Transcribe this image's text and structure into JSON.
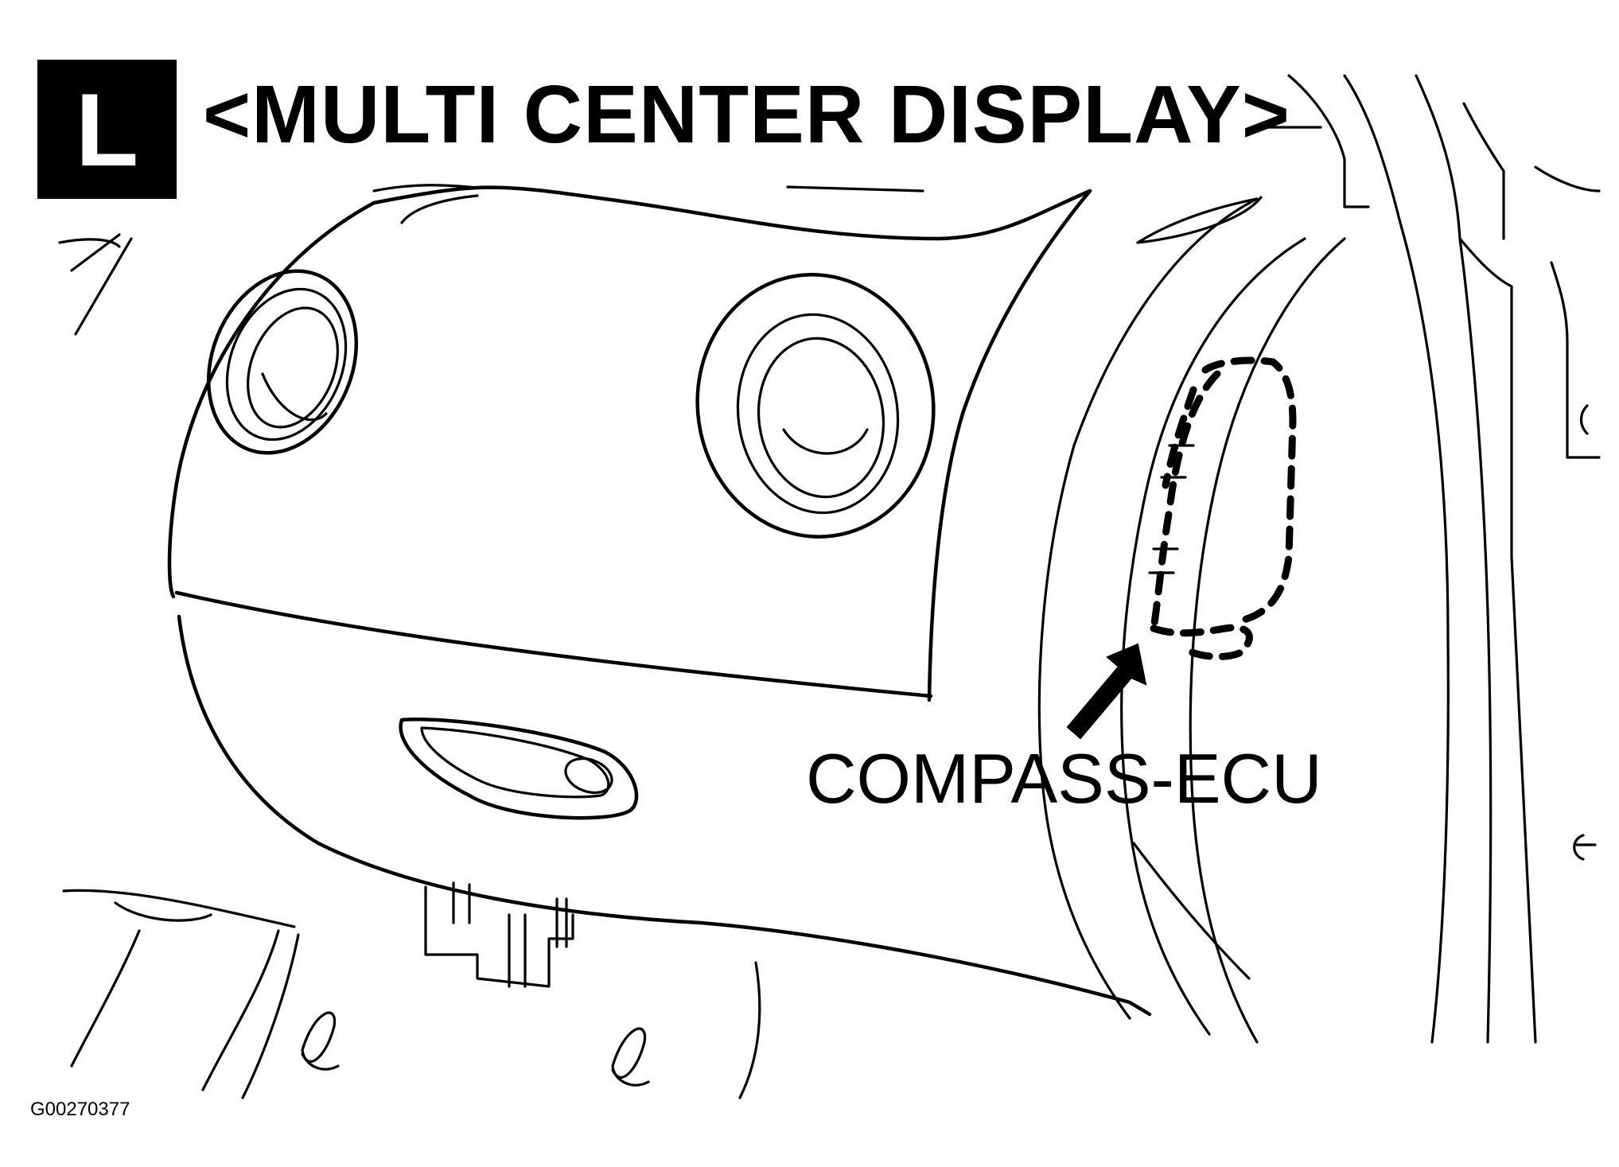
{
  "header": {
    "section_letter": "L",
    "title": "<MULTI CENTER DISPLAY>"
  },
  "callout": {
    "label": "COMPASS-ECU"
  },
  "footer": {
    "figure_id": "G00270377"
  },
  "colors": {
    "ink": "#000000",
    "paper": "#ffffff",
    "badge_text": "#ffffff"
  }
}
